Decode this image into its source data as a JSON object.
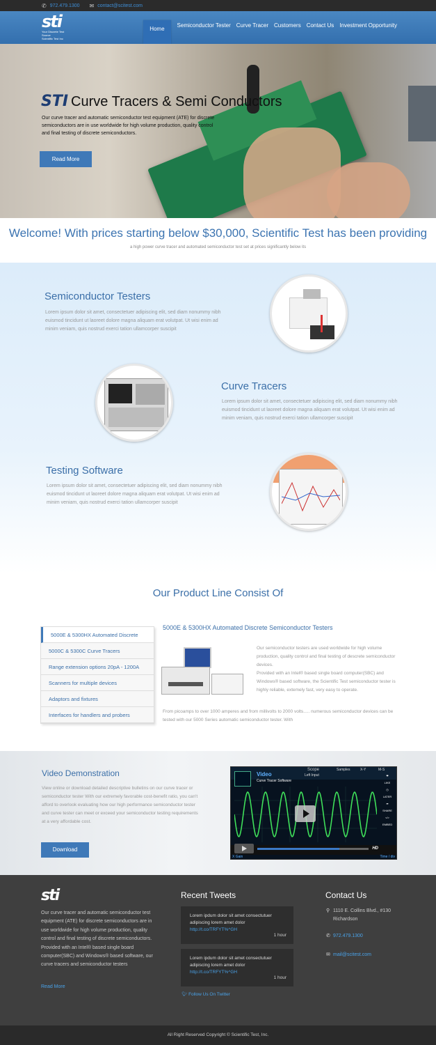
{
  "topbar": {
    "phone": "972.479.1300",
    "email": "contact@scitest.com"
  },
  "header": {
    "logo_mark": "sti",
    "logo_sub_1": "Your Discrete Test Source",
    "logo_sub_2": "Scientific Test Inc",
    "nav": [
      "Home",
      "Semiconductor Tester",
      "Curve Tracer",
      "Customers",
      "Contact Us",
      "Investment Opportunity"
    ]
  },
  "hero": {
    "title_brand": "STI",
    "title_rest": "Curve Tracers & Semi Conductors",
    "text": "Our curve tracer and automatic semiconductor test equipment (ATE) for discrete semiconductors are in use worldwide for high volume production, quality control and final testing of discrete semiconductors.",
    "button": "Read More"
  },
  "welcome": {
    "big": "Welcome!",
    "rest": " With prices starting below $30,000, Scientific Test has been providing",
    "sub": "a high power curve tracer and automated semiconductor test set at prices significantly below its"
  },
  "features": [
    {
      "title": "Semiconductor Testers",
      "text": "Lorem ipsum dolor sit amet, consectetuer adipiscing elit, sed diam nonummy nibh euismod tincidunt ut laoreet dolore magna aliquam erat volutpat. Ut wisi enim ad minim veniam, quis nostrud exerci tation ullamcorper suscipit"
    },
    {
      "title": "Curve Tracers",
      "text": "Lorem ipsum dolor sit amet, consectetuer adipiscing elit, sed diam nonummy nibh euismod tincidunt ut laoreet dolore magna aliquam erat volutpat. Ut wisi enim ad minim veniam, quis nostrud exerci tation ullamcorper suscipit"
    },
    {
      "title": "Testing Software",
      "text": "Lorem ipsum dolor sit amet, consectetuer adipiscing elit, sed diam nonummy nibh euismod tincidunt ut laoreet dolore magna aliquam erat volutpat. Ut wisi enim ad minim veniam, quis nostrud exerci tation ullamcorper suscipit"
    }
  ],
  "products": {
    "heading": "Our Product Line Consist Of",
    "tabs": [
      "5000E & 5300HX Automated Discrete",
      "5000C & 5300C Curve Tracers",
      "Range extension options 20pA - 1200A",
      "Scanners for multiple devices",
      "Adaptors and fixtures",
      "Interfaces for handlers and probers"
    ],
    "active_title": "5000E & 5300HX Automated Discrete Semiconductor Testers",
    "text1": "Our semiconductor testers are used worldwide for high volume production, quality control and final testing of descrete semiconductor devices.",
    "text2": "Provided with an Intel® based single board computer(SBC) and Windows® based software, the Scientific Test semiconductor tester is highly reliable, extemely fast, very easy to operate.",
    "text3": "From picoamps to over 1000 amperes and from millivolts to 2000 volts..... numerous semiconductor devices can be tested with our 5000 Series automatic semiconductor tester. With"
  },
  "video": {
    "heading": "Video Demonstration",
    "text": "View online or download detailed descriptive bulletins on our curve tracer or semiconductor tester With our extremely favorable cost-benefit ratio, you can't afford to overlook evaluating how our high performance semiconductor tester and curve tester can meet or exceed your semiconductor testing requirements at a very affordable cost.",
    "button": "Download",
    "player_title": "Video",
    "player_subtitle": "Curve Tracer Software",
    "player_scope": "Scope",
    "player_left_input": "Left Input",
    "player_tabs": [
      "Samples",
      "X-Y",
      "M-S"
    ],
    "player_side": [
      "LIKE",
      "LATER",
      "SHARE",
      "EMBED"
    ],
    "player_x_gain": "X Gain",
    "player_time_div": "Time / div",
    "player_hd": "HD"
  },
  "footer": {
    "logo": "sti",
    "text": "Our curve tracer and automatic semiconductor test equipment (ATE) for discrete semiconductors are in use worldwide for high volume production, quality control and final testing of discrete semiconductors.",
    "text2": "Provided with an Intel® based single board computer(SBC) and Windows® based software, our curve tracers and semiconductor testers",
    "read_more": "Read More",
    "tweets_heading": "Recent Tweets",
    "tweets": [
      {
        "text": "Lorem ipdum dolor sit amet consectutuer adipiscing lorem amet dolor",
        "link": "http://t.co/TRFYT%^GH",
        "time": "1 hour"
      },
      {
        "text": "Lorem ipdum dolor sit amet consectutuer adipiscing lorem amet dolor",
        "link": "http://t.co/TRFYT%^GH",
        "time": "1 hour"
      }
    ],
    "follow": "Follow Us On Twitter",
    "contact_heading": "Contact Us",
    "address_1": "1110 E. Collins Blvd., #130",
    "address_2": "Richardson",
    "phone": "972.479.1300",
    "email": "mail@scitest.com"
  },
  "copyright": "All Right Reserved Copyright © Scientific Test, Inc.",
  "colors": {
    "accent": "#3f79b8",
    "link": "#4aa2e8",
    "header": "#336fae"
  }
}
